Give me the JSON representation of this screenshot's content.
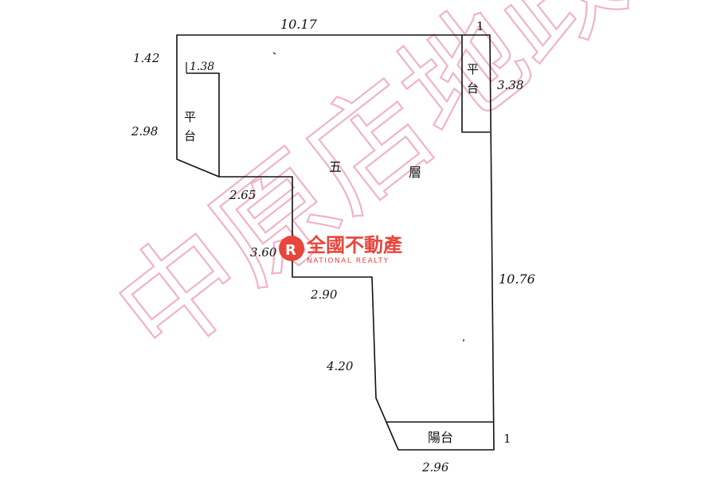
{
  "floorplan": {
    "rooms": {
      "main": "五  層",
      "balcony": "陽台",
      "left_annex": "平台",
      "right_annex": "平台"
    },
    "dimensions": {
      "top_width": "10.17",
      "top_left_small": "1.42",
      "left_notch_width": "1.38",
      "left_height": "2.98",
      "step_width_1": "2.65",
      "step_height_1": "3.60",
      "step_width_2": "2.90",
      "lower_left_height": "4.20",
      "bottom_width": "2.96",
      "right_height": "10.76",
      "right_annex_height": "3.38",
      "top_right_mark": "1",
      "bottom_right_mark": "1"
    }
  },
  "watermark": {
    "stamp_text": "中原店地政",
    "brand_name": "全國不動產",
    "brand_sub": "NATIONAL REALTY",
    "brand_color": "#e8453c"
  }
}
